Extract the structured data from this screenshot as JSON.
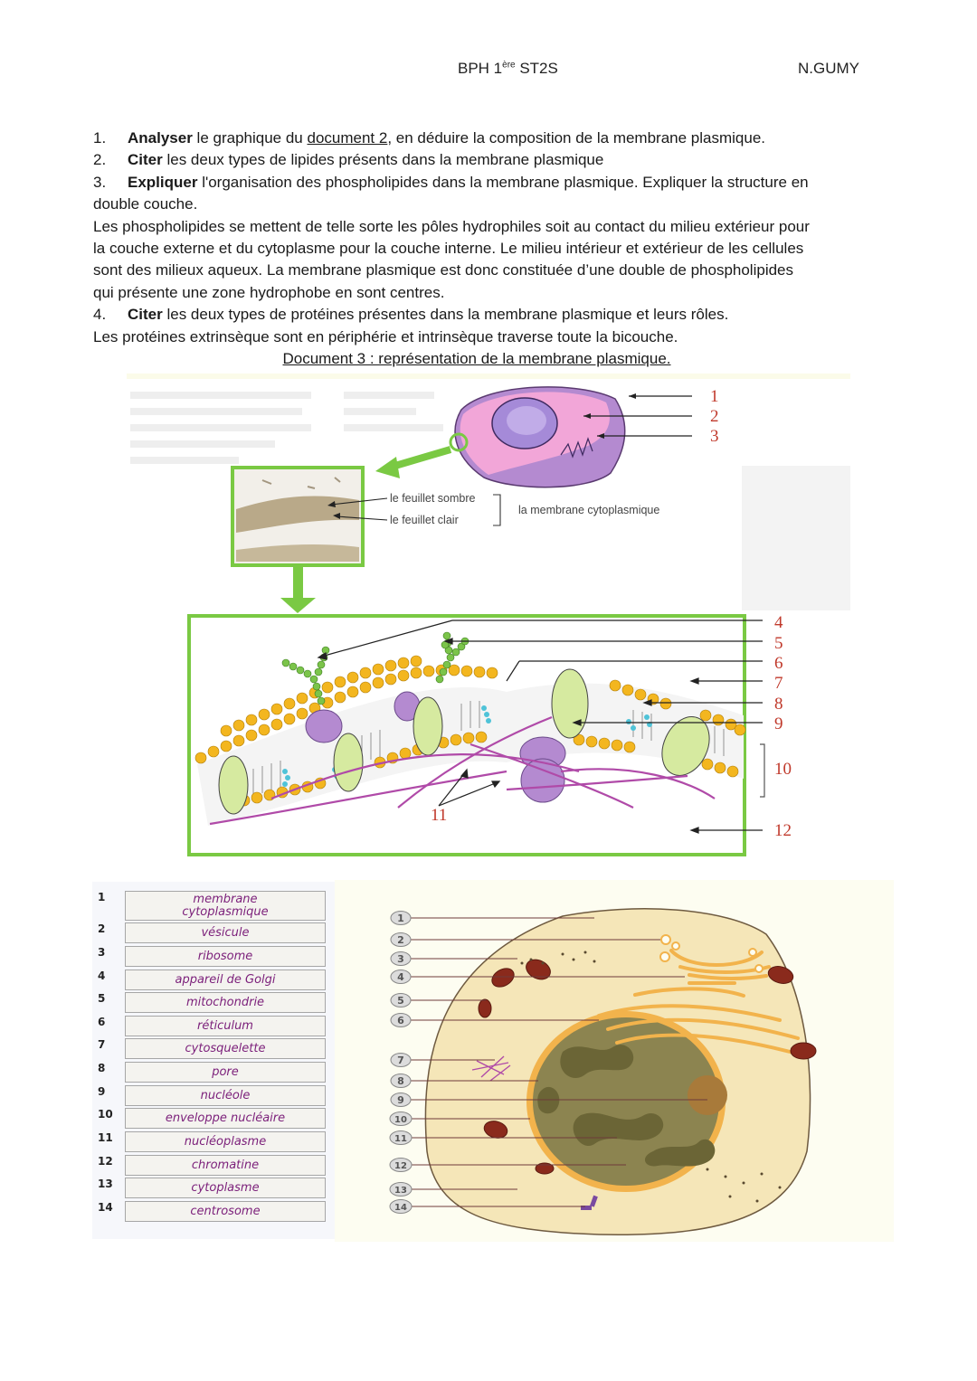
{
  "header": {
    "course": "BPH 1",
    "course_sup": "ère",
    "course_suffix": " ST2S",
    "author": "N.GUMY"
  },
  "questions": [
    {
      "num": "1.",
      "verb": "Analyser",
      "before_link": " le graphique du ",
      "link": "document 2",
      "after_link": ", en déduire la composition de la membrane plasmique."
    },
    {
      "num": "2.",
      "verb": "Citer",
      "text": " les deux types de lipides présents dans la membrane plasmique"
    },
    {
      "num": "3.",
      "verb": "Expliquer",
      "text": " l'organisation des phospholipides dans la membrane plasmique. Expliquer la structure en",
      "continuation": "double couche."
    },
    {
      "num": "4.",
      "verb": "Citer",
      "text": " les deux types de protéines présentes dans la membrane plasmique et leurs rôles."
    }
  ],
  "answers": {
    "q3_lines": [
      "Les phospholipides se mettent de telle sorte les pôles hydrophiles soit au contact du milieu extérieur pour",
      "la couche externe et du cytoplasme pour la couche interne. Le milieu intérieur et extérieur de les cellules",
      "sont des milieux aqueux. La membrane plasmique est donc constituée d’une double de phospholipides",
      "qui présente une zone hydrophobe en sont centres."
    ],
    "q4": "Les protéines extrinsèque sont en périphérie et intrinsèque traverse toute la bicouche."
  },
  "document3": {
    "title": "Document 3 : représentation de la membrane plasmique.",
    "cell_labels": [
      "1",
      "2",
      "3"
    ],
    "micrograph_labels": {
      "dark": "le feuillet sombre",
      "light": "le feuillet clair",
      "group": "la membrane cytoplasmique"
    },
    "membrane_labels": [
      "4",
      "5",
      "6",
      "7",
      "8",
      "9",
      "10",
      "11",
      "12"
    ],
    "colors": {
      "frame_green": "#7ac943",
      "label_red": "#c0392b",
      "cell_pink": "#f0a7d6",
      "cell_purple": "#b086c8",
      "phospholipid_head": "#f3b61f",
      "protein_green": "#d6eaa0",
      "cytoskeleton": "#b04aa8"
    }
  },
  "cell_legend": {
    "items": [
      {
        "num": "1",
        "label": "membrane cytoplasmique",
        "line1": "membrane",
        "line2": "cytoplasmique"
      },
      {
        "num": "2",
        "label": "vésicule"
      },
      {
        "num": "3",
        "label": "ribosome"
      },
      {
        "num": "4",
        "label": "appareil de Golgi"
      },
      {
        "num": "5",
        "label": "mitochondrie"
      },
      {
        "num": "6",
        "label": "réticulum"
      },
      {
        "num": "7",
        "label": "cytosquelette"
      },
      {
        "num": "8",
        "label": "pore"
      },
      {
        "num": "9",
        "label": "nucléole"
      },
      {
        "num": "10",
        "label": "enveloppe nucléaire"
      },
      {
        "num": "11",
        "label": "nucléoplasme"
      },
      {
        "num": "12",
        "label": "chromatine"
      },
      {
        "num": "13",
        "label": "cytoplasme"
      },
      {
        "num": "14",
        "label": "centrosome"
      }
    ],
    "diagram_callouts": [
      "1",
      "2",
      "3",
      "4",
      "5",
      "6",
      "7",
      "8",
      "9",
      "10",
      "11",
      "12",
      "13",
      "14"
    ],
    "colors": {
      "label_purple": "#7b1f7a",
      "cytoplasm": "#f5e6b8",
      "nucleus": "#8c8450",
      "chromatin": "#6b6536",
      "organelle_orange": "#f2b34c",
      "mitochondria": "#8a2a1c"
    }
  }
}
